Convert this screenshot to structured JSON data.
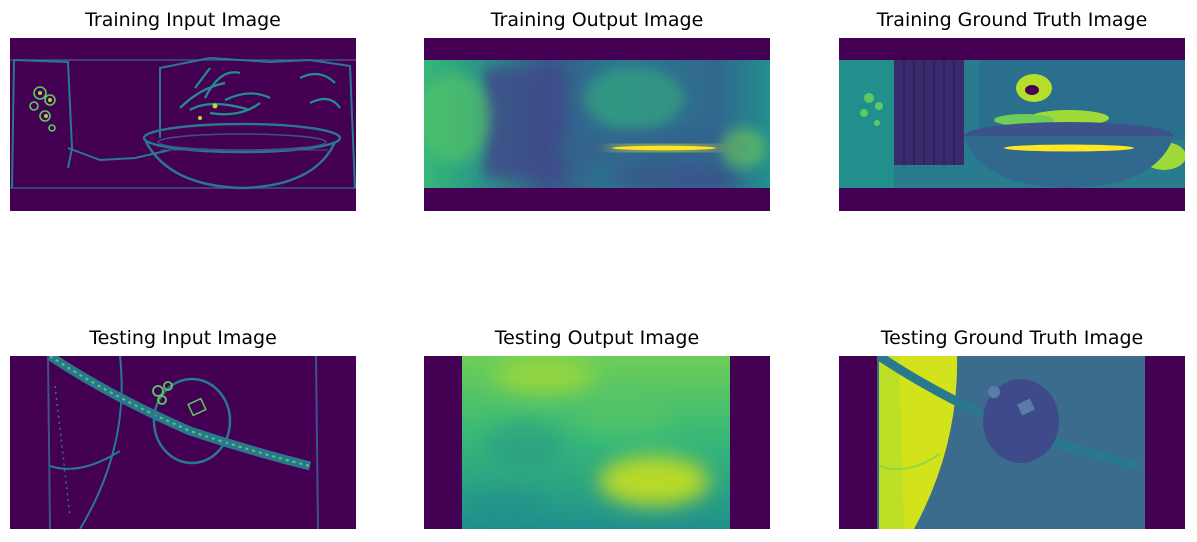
{
  "panels": [
    {
      "title": "Training Input Image"
    },
    {
      "title": "Training Output Image"
    },
    {
      "title": "Training Ground Truth Image"
    },
    {
      "title": "Testing Input Image"
    },
    {
      "title": "Testing Output Image"
    },
    {
      "title": "Testing Ground Truth Image"
    }
  ],
  "colors": {
    "viridis_dark": "#440154",
    "viridis_blue": "#3b528b",
    "viridis_teal": "#21908d",
    "viridis_green": "#5dc963",
    "viridis_yellow": "#fde725"
  }
}
